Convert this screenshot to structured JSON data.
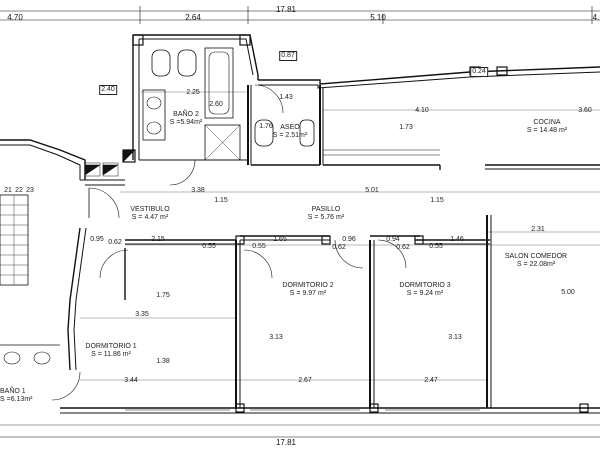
{
  "rooms": [
    {
      "id": "bano2",
      "name": "BAÑO 2",
      "area": "S =5.94m²"
    },
    {
      "id": "aseo",
      "name": "ASEO",
      "area": "S = 2.51m²"
    },
    {
      "id": "cocina",
      "name": "COCINA",
      "area": "S = 14.48 m²"
    },
    {
      "id": "vestibulo",
      "name": "VESTIBULO",
      "area": "S = 4.47 m²"
    },
    {
      "id": "pasillo",
      "name": "PASILLO",
      "area": "S = 5.76 m²"
    },
    {
      "id": "dormitorio1",
      "name": "DORMITORIO 1",
      "area": "S = 11.86 m²"
    },
    {
      "id": "dormitorio2",
      "name": "DORMITORIO 2",
      "area": "S = 9.97 m²"
    },
    {
      "id": "dormitorio3",
      "name": "DORMITORIO 3",
      "area": "S = 9.24 m²"
    },
    {
      "id": "salon",
      "name": "SALON COMEDOR",
      "area": "S = 22.08m²"
    },
    {
      "id": "bano1",
      "name": "BAÑO 1",
      "area": "S =6.13m²"
    }
  ],
  "dimensions": {
    "top_total": "17.81",
    "top_a": "4.70",
    "top_b": "2.64",
    "top_c": "5.10",
    "top_d": "4.",
    "bottom_total": "17.81",
    "d_087": "0.87",
    "d_024": "0.24",
    "d_240": "2.40",
    "d_225": "2.25",
    "d_260": "2.60",
    "d_143": "1.43",
    "d_176": "1.76",
    "d_410": "4.10",
    "d_173": "1.73",
    "d_360": "3.60",
    "d_338": "3.38",
    "d_501": "5.01",
    "d_115a": "1.15",
    "d_115b": "1.15",
    "d_095": "0.95",
    "d_062a": "0.62",
    "d_215": "2.15",
    "d_055a": "0.55",
    "d_055b": "0.55",
    "d_165": "1.65",
    "d_096": "0.96",
    "d_062b": "0.62",
    "d_094": "0.94",
    "d_062c": "0.62",
    "d_055c": "0.55",
    "d_146": "1.46",
    "d_231": "2.31",
    "d_175": "1.75",
    "d_335": "3.35",
    "d_313a": "3.13",
    "d_313b": "3.13",
    "d_500": "5.00",
    "d_138": "1.38",
    "d_344": "3.44",
    "d_267": "2.67",
    "d_247": "2.47",
    "stair_21": "21",
    "stair_22": "22",
    "stair_23": "23"
  }
}
